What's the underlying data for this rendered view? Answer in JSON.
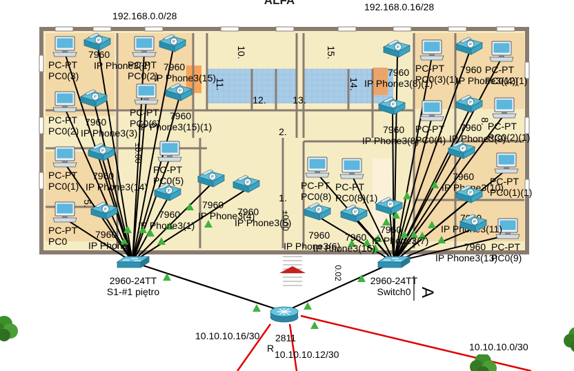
{
  "title": "ALFA",
  "colors": {
    "floor": "#f6ecc4",
    "floor_alt": "#f3d8a8",
    "wall": "#8a7b70",
    "tile": "#a9cde9",
    "orange": "#f7a35a",
    "cable_black": "#000000",
    "cable_red": "#e00000",
    "link_up": "#3fb33f",
    "tree": "#3e8e2c"
  },
  "network_labels": {
    "left_subnet": "192.168.0.0/28",
    "right_subnet": "192.168.0.16/28",
    "link_a": "10.10.10.16/30",
    "link_b": "10.10.10.12/30",
    "link_c": "10.10.10.0/30"
  },
  "rooms": [
    {
      "id": "10",
      "label": "10."
    },
    {
      "id": "15",
      "label": "15."
    },
    {
      "id": "11",
      "label": "11."
    },
    {
      "id": "12",
      "label": "12."
    },
    {
      "id": "13",
      "label": "13."
    },
    {
      "id": "14",
      "label": "14."
    },
    {
      "id": "2",
      "label": "2."
    },
    {
      "id": "1",
      "label": "1."
    },
    {
      "id": "5",
      "label": "5."
    },
    {
      "id": "8",
      "label": "8."
    }
  ],
  "floor_marks": {
    "level_left": "±0.00",
    "level_center": "±0.00",
    "level_right": "0.02",
    "label_a": "A"
  },
  "switches": [
    {
      "id": "s1",
      "model": "2960-24TT",
      "name": "S1-#1 piętro"
    },
    {
      "id": "s0",
      "model": "2960-24TT",
      "name": "Switch0"
    }
  ],
  "router": {
    "model": "2811",
    "name": "R"
  },
  "pcs": [
    {
      "id": "p1",
      "model": "PC-PT",
      "name": "PC0(3)"
    },
    {
      "id": "p2",
      "model": "PC-PT",
      "name": "PC0(2)"
    },
    {
      "id": "p3",
      "model": "PC-PT",
      "name": "PC0(1)"
    },
    {
      "id": "p4",
      "model": "PC-PT",
      "name": "PC0"
    },
    {
      "id": "p5",
      "model": "PC-PT",
      "name": "PC0(2)"
    },
    {
      "id": "p6",
      "model": "PC-PT",
      "name": "PC0(6)"
    },
    {
      "id": "p7",
      "model": "PC-PT",
      "name": "PC0(5)"
    },
    {
      "id": "p8",
      "model": "PC-PT",
      "name": "PC0(8)"
    },
    {
      "id": "p9",
      "model": "PC-PT",
      "name": "PC0(8)(1)"
    },
    {
      "id": "p10",
      "model": "PC-PT",
      "name": "PC0(4)"
    },
    {
      "id": "p11",
      "model": "PC-PT",
      "name": "PC0(3)(1)"
    },
    {
      "id": "p12",
      "model": "PC-PT",
      "name": "PC0(4)(1)"
    },
    {
      "id": "p13",
      "model": "PC-PT",
      "name": "PC0(2)(1)"
    },
    {
      "id": "p14",
      "model": "PC-PT",
      "name": "PC0(1)(1)"
    },
    {
      "id": "p15",
      "model": "PC-PT",
      "name": "PC0(9)"
    }
  ],
  "phones": [
    {
      "id": "f1",
      "model": "7960",
      "name": "IP Phone3(2)"
    },
    {
      "id": "f2",
      "model": "7960",
      "name": "IP Phone3(15)"
    },
    {
      "id": "f3",
      "model": "7960",
      "name": "IP Phone3(3)"
    },
    {
      "id": "f4",
      "model": "7960",
      "name": "IP Phone3(15)(1)"
    },
    {
      "id": "f5",
      "model": "7960",
      "name": "IP Phone3(14)"
    },
    {
      "id": "f6",
      "model": "7960",
      "name": "IP Phone3(1)"
    },
    {
      "id": "f7",
      "model": "7960",
      "name": "IP Phone3(4)"
    },
    {
      "id": "f8",
      "model": "7960",
      "name": "IP Phone3(5)"
    },
    {
      "id": "f9",
      "model": "7960",
      "name": "IP Phone"
    },
    {
      "id": "f10",
      "model": "7960",
      "name": "IP Phone3(8)(1)"
    },
    {
      "id": "f11",
      "model": "7960",
      "name": "IP Phone3(12)"
    },
    {
      "id": "f12",
      "model": "7960",
      "name": "IP Phone3(8)"
    },
    {
      "id": "f13",
      "model": "7960",
      "name": "IP Phone3(9)"
    },
    {
      "id": "f14",
      "model": "7960",
      "name": "IP Phone3(10)"
    },
    {
      "id": "f15",
      "model": "7960",
      "name": "IP Phone3(6)"
    },
    {
      "id": "f16",
      "model": "7960",
      "name": "IP Phone3(16)"
    },
    {
      "id": "f17",
      "model": "7960",
      "name": "IP Phone3(7)"
    },
    {
      "id": "f18",
      "model": "7960",
      "name": "IP Phone3(11)"
    },
    {
      "id": "f19",
      "model": "7960",
      "name": "IP Phone3(13)"
    }
  ]
}
